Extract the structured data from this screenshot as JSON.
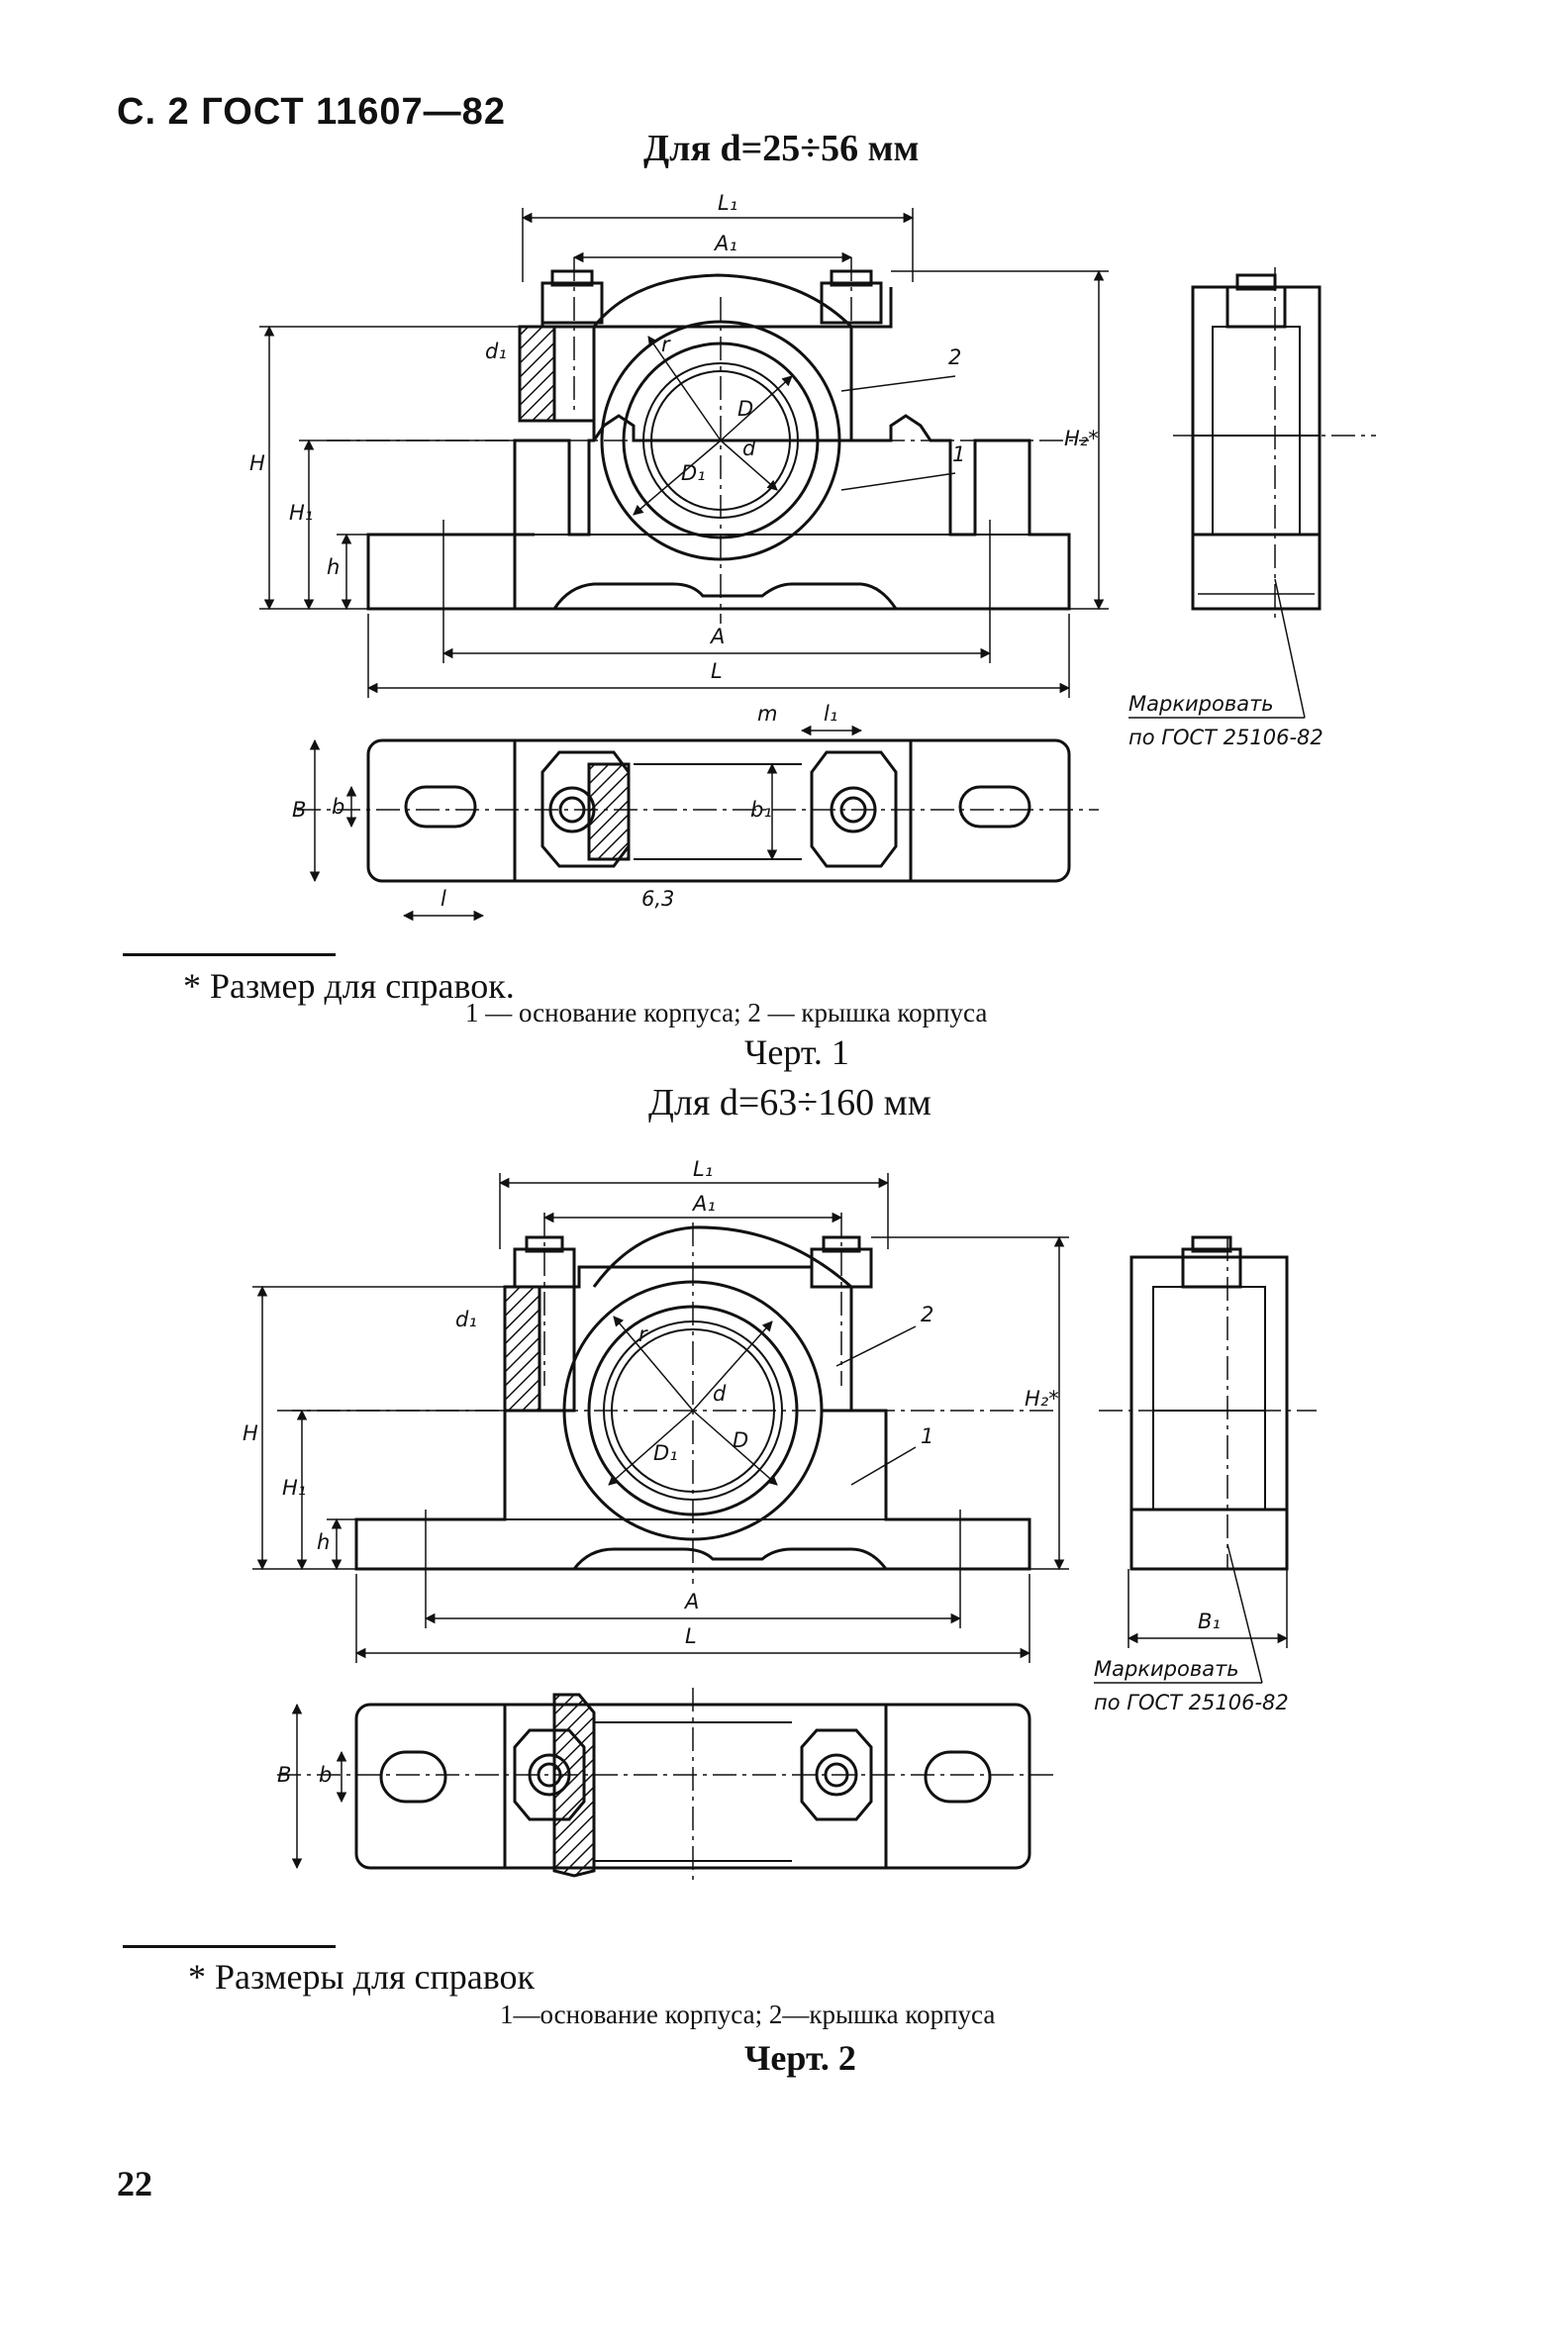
{
  "header": {
    "title": "С. 2 ГОСТ 11607—82"
  },
  "figure1": {
    "caption": "Для d=25÷56 мм",
    "footnote": "* Размер для справок.",
    "legend": "1 — основание корпуса; 2 — крышка корпуса",
    "label": "Черт. 1",
    "labels": {
      "L1": "L₁",
      "A1": "A₁",
      "d1": "d₁",
      "r": "r",
      "D": "D",
      "d": "d",
      "D1": "D₁",
      "H": "H",
      "H1": "H₁",
      "h": "h",
      "H2": "H₂*",
      "A": "A",
      "L": "L",
      "B": "B",
      "b": "b",
      "b1": "b₁",
      "m": "m",
      "l1": "l₁",
      "l": "l",
      "roughness": "6,3",
      "part1": "1",
      "part2": "2",
      "mark_line1": "Маркировать",
      "mark_line2": "по ГОСТ 25106-82"
    }
  },
  "figure2": {
    "caption": "Для d=63÷160 мм",
    "footnote": "* Размеры для справок",
    "legend": "1—основание корпуса; 2—крышка корпуса",
    "label": "Черт. 2",
    "labels": {
      "L1": "L₁",
      "A1": "A₁",
      "d1": "d₁",
      "r": "r",
      "d": "d",
      "D": "D",
      "D1": "D₁",
      "H": "H",
      "H1": "H₁",
      "h": "h",
      "H2": "H₂*",
      "A": "A",
      "L": "L",
      "B": "B",
      "b": "b",
      "B1": "B₁",
      "part1": "1",
      "part2": "2",
      "mark_line1": "Маркировать",
      "mark_line2": "по ГОСТ 25106-82"
    }
  },
  "page_number": "22"
}
